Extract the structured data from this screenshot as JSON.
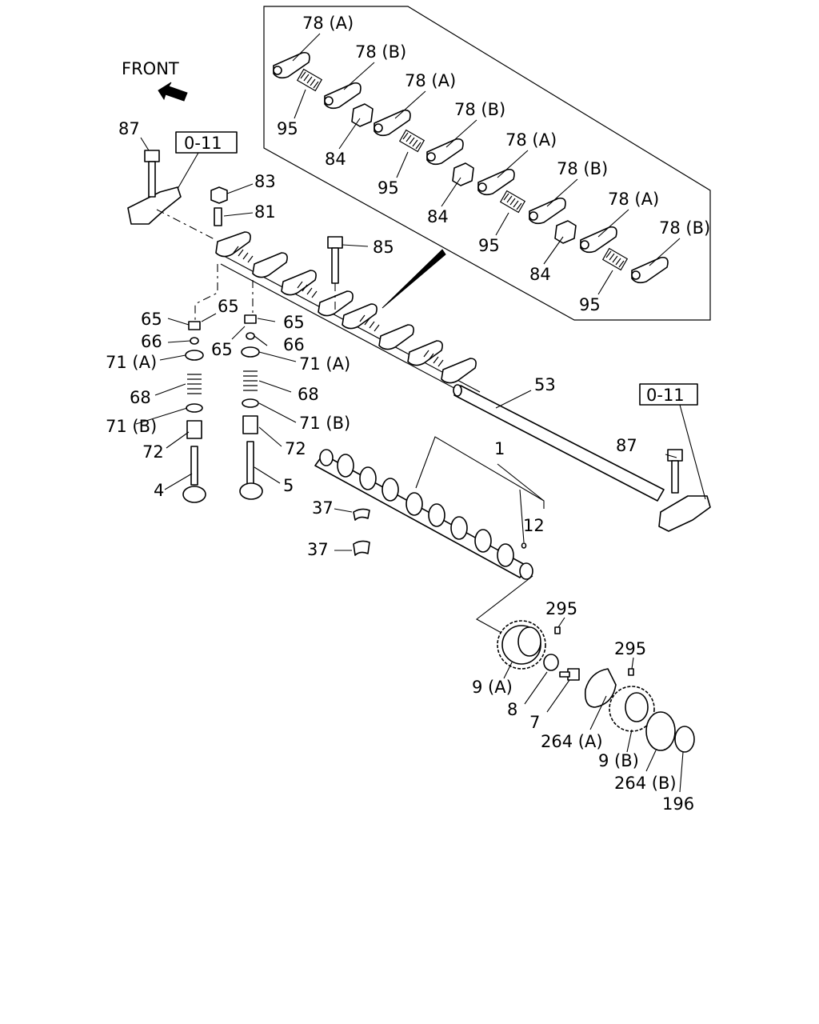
{
  "front_label": "FRONT",
  "ref_boxes": [
    {
      "text": "0-11"
    },
    {
      "text": "0-11"
    }
  ],
  "callouts": [
    "78 (A)",
    "78 (B)",
    "78 (A)",
    "78 (B)",
    "78 (A)",
    "78 (B)",
    "78 (A)",
    "78 (B)",
    "95",
    "84",
    "95",
    "84",
    "95",
    "84",
    "95",
    "87",
    "83",
    "81",
    "85",
    "65",
    "65",
    "65",
    "65",
    "66",
    "66",
    "71 (A)",
    "71 (A)",
    "68",
    "68",
    "71 (B)",
    "71 (B)",
    "72",
    "72",
    "4",
    "5",
    "53",
    "87",
    "1",
    "12",
    "37",
    "37",
    "295",
    "295",
    "9 (A)",
    "8",
    "7",
    "264 (A)",
    "9 (B)",
    "264 (B)",
    "196"
  ],
  "icons": {
    "front_arrow": "front-arrow-icon"
  }
}
